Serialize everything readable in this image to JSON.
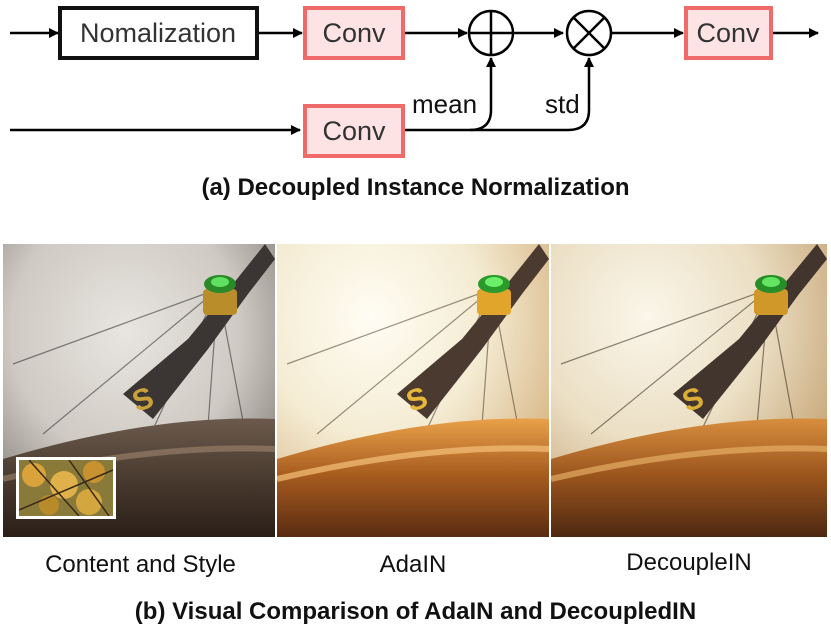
{
  "diagram": {
    "nodes": {
      "normalization": "Nomalization",
      "conv_top": "Conv",
      "conv_out": "Conv",
      "conv_bottom": "Conv"
    },
    "operators": {
      "add": "⊕",
      "multiply": "⊗"
    },
    "edge_labels": {
      "mean": "mean",
      "std": "std"
    },
    "colors": {
      "conv_fill": "#fde3e3",
      "conv_border": "#f06a6a",
      "norm_border": "#111111"
    }
  },
  "captions": {
    "a": "(a) Decoupled Instance Normalization",
    "b": "(b) Visual Comparison of AdaIN and DecoupledIN"
  },
  "comparison": {
    "panels": [
      {
        "label": "Content and Style",
        "has_style_inset": true,
        "tone": "natural"
      },
      {
        "label": "AdaIN",
        "tone": "warm-bright"
      },
      {
        "label": "DecoupleIN",
        "tone": "warm-soft"
      }
    ],
    "compass_letter": "S"
  }
}
